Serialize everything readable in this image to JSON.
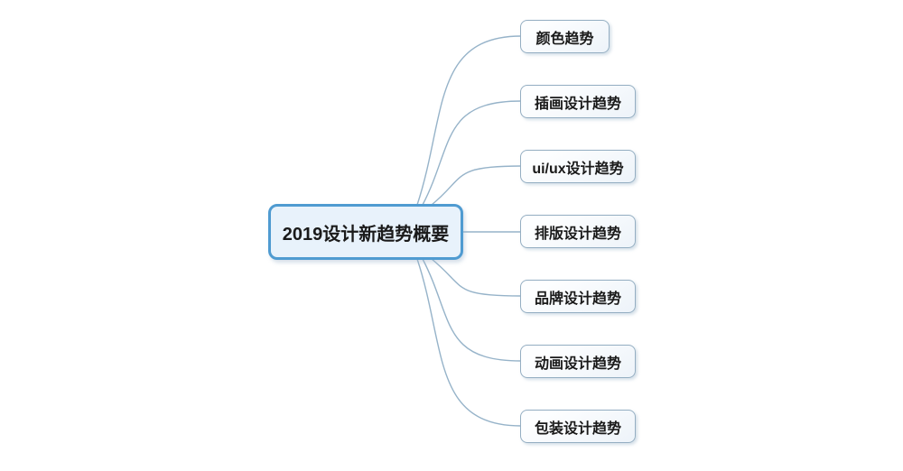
{
  "diagram": {
    "type": "mindmap",
    "title": "2019设计新趋势概要"
  },
  "root": {
    "label": "2019设计新趋势概要"
  },
  "branches": [
    {
      "label": "颜色趋势"
    },
    {
      "label": "插画设计趋势"
    },
    {
      "label": "ui/ux设计趋势"
    },
    {
      "label": "排版设计趋势"
    },
    {
      "label": "品牌设计趋势"
    },
    {
      "label": "动画设计趋势"
    },
    {
      "label": "包装设计趋势"
    }
  ],
  "colors": {
    "root_border": "#4f9bd1",
    "root_fill": "#e8f2fb",
    "branch_border": "#94aec2",
    "branch_fill_top": "#fdfeff",
    "branch_fill_bottom": "#edf3f9",
    "connector": "#96b3c9",
    "text": "#1a1a1a",
    "background": "#ffffff"
  }
}
